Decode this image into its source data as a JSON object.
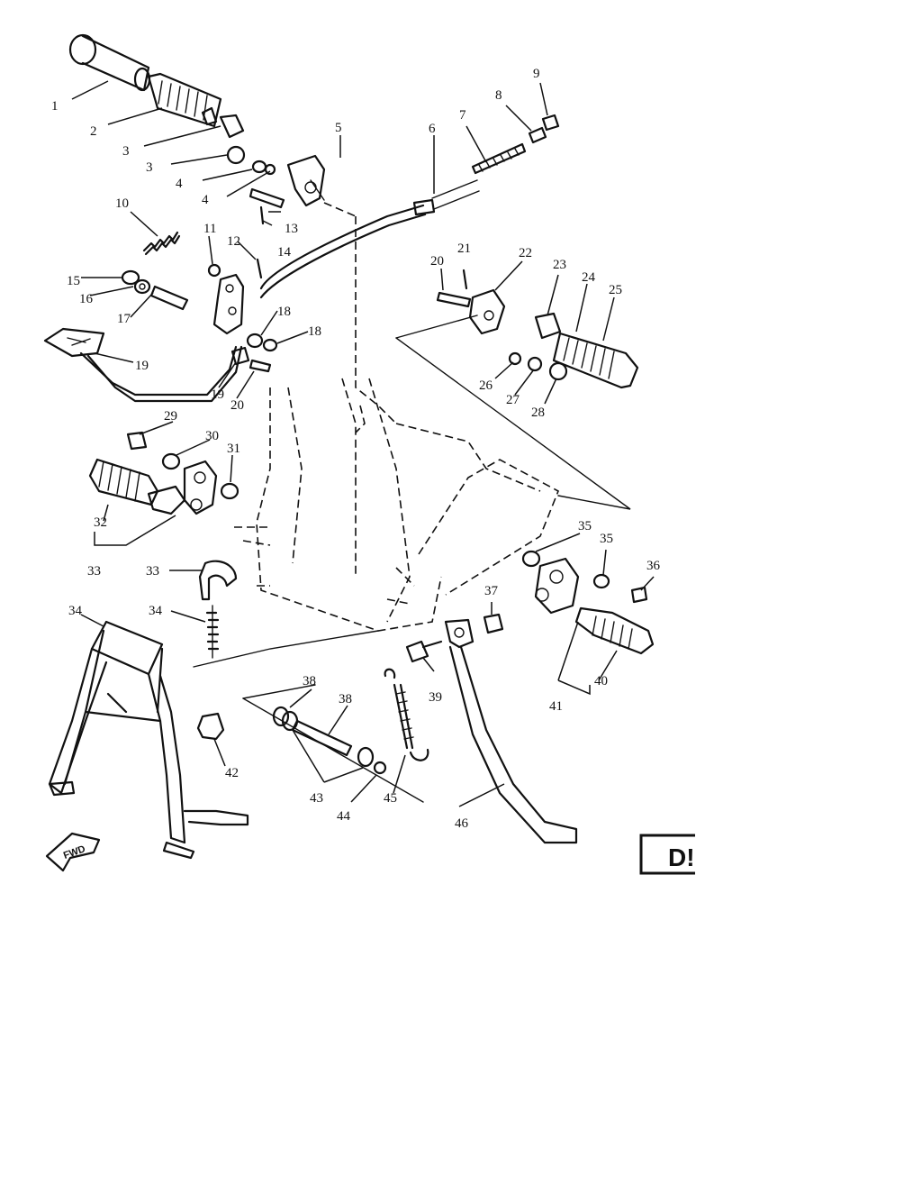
{
  "labels": [
    {
      "id": "1",
      "text": "1"
    },
    {
      "id": "2",
      "text": "2"
    },
    {
      "id": "3a",
      "text": "3"
    },
    {
      "id": "3b",
      "text": "3"
    },
    {
      "id": "4a",
      "text": "4"
    },
    {
      "id": "4b",
      "text": "4"
    },
    {
      "id": "5",
      "text": "5"
    },
    {
      "id": "6",
      "text": "6"
    },
    {
      "id": "7",
      "text": "7"
    },
    {
      "id": "8",
      "text": "8"
    },
    {
      "id": "9",
      "text": "9"
    },
    {
      "id": "10",
      "text": "10"
    },
    {
      "id": "11",
      "text": "11"
    },
    {
      "id": "12",
      "text": "12"
    },
    {
      "id": "13",
      "text": "13"
    },
    {
      "id": "14",
      "text": "14"
    },
    {
      "id": "15",
      "text": "15"
    },
    {
      "id": "16",
      "text": "16"
    },
    {
      "id": "17",
      "text": "17"
    },
    {
      "id": "18a",
      "text": "18"
    },
    {
      "id": "18b",
      "text": "18"
    },
    {
      "id": "19a",
      "text": "19"
    },
    {
      "id": "19b",
      "text": "19"
    },
    {
      "id": "20a",
      "text": "20"
    },
    {
      "id": "20b",
      "text": "20"
    },
    {
      "id": "21",
      "text": "21"
    },
    {
      "id": "22",
      "text": "22"
    },
    {
      "id": "23",
      "text": "23"
    },
    {
      "id": "24",
      "text": "24"
    },
    {
      "id": "25",
      "text": "25"
    },
    {
      "id": "26",
      "text": "26"
    },
    {
      "id": "27",
      "text": "27"
    },
    {
      "id": "28",
      "text": "28"
    },
    {
      "id": "29",
      "text": "29"
    },
    {
      "id": "30",
      "text": "30"
    },
    {
      "id": "31",
      "text": "31"
    },
    {
      "id": "32",
      "text": "32"
    },
    {
      "id": "33a",
      "text": "33"
    },
    {
      "id": "33b",
      "text": "33"
    },
    {
      "id": "34a",
      "text": "34"
    },
    {
      "id": "34b",
      "text": "34"
    },
    {
      "id": "35a",
      "text": "35"
    },
    {
      "id": "35b",
      "text": "35"
    },
    {
      "id": "36",
      "text": "36"
    },
    {
      "id": "37",
      "text": "37"
    },
    {
      "id": "38a",
      "text": "38"
    },
    {
      "id": "38b",
      "text": "38"
    },
    {
      "id": "39",
      "text": "39"
    },
    {
      "id": "40",
      "text": "40"
    },
    {
      "id": "41",
      "text": "41"
    },
    {
      "id": "42",
      "text": "42"
    },
    {
      "id": "43",
      "text": "43"
    },
    {
      "id": "44",
      "text": "44"
    },
    {
      "id": "45",
      "text": "45"
    },
    {
      "id": "46",
      "text": "46"
    }
  ],
  "badge": {
    "text": "D!"
  },
  "fwd_marker": {
    "text": "FWD"
  }
}
